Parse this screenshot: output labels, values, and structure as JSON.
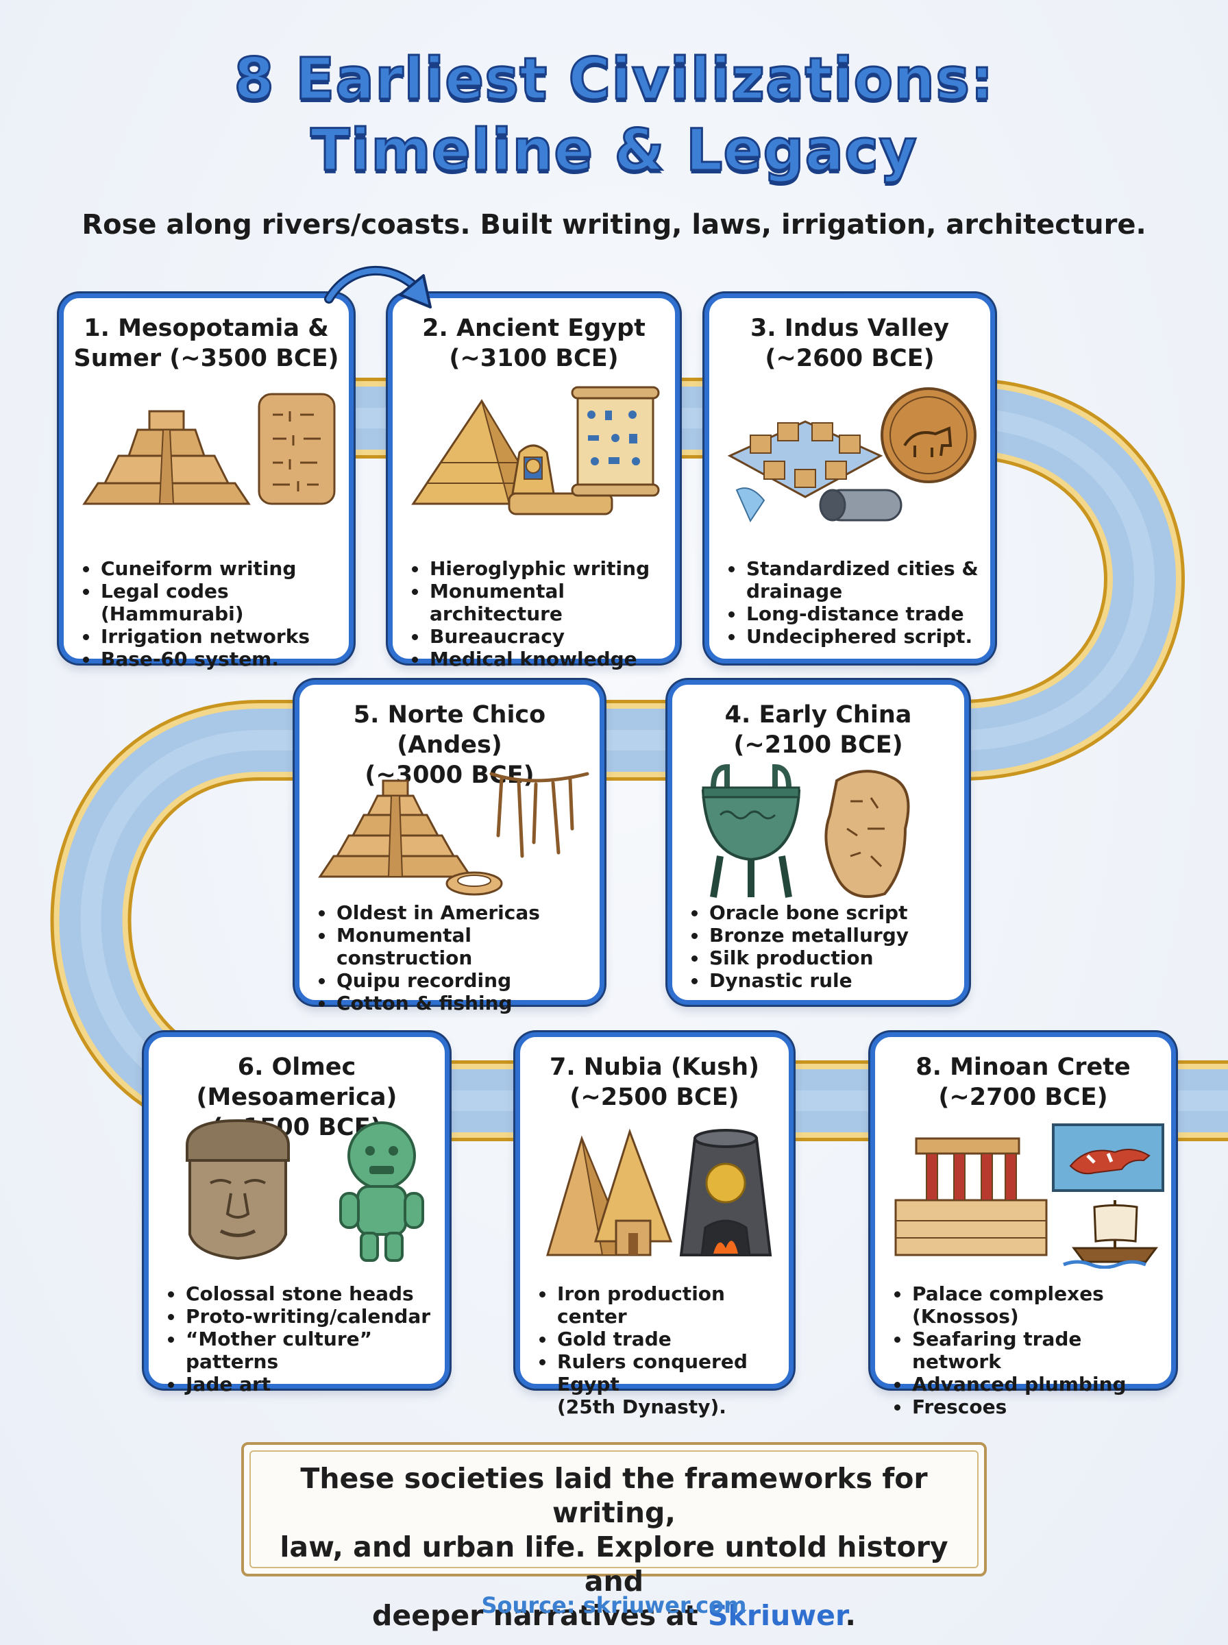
{
  "header": {
    "title_line1": "8 Earliest Civilizations:",
    "title_line2": "Timeline & Legacy",
    "subtitle": "Rose along rivers/coasts. Built writing, laws, irrigation, architecture."
  },
  "cards": [
    {
      "title1": "1. Mesopotamia &",
      "title2": "Sumer (~3500 BCE)",
      "bullets": [
        "Cuneiform writing",
        "Legal codes (Hammurabi)",
        "Irrigation networks",
        "Base-60 system."
      ]
    },
    {
      "title1": "2. Ancient Egypt",
      "title2": "(~3100 BCE)",
      "bullets": [
        "Hieroglyphic writing",
        "Monumental architecture",
        "Bureaucracy",
        "Medical knowledge"
      ]
    },
    {
      "title1": "3. Indus Valley",
      "title2": "(~2600 BCE)",
      "bullets": [
        "Standardized cities &",
        "drainage",
        "Long-distance trade",
        "Undeciphered script."
      ]
    },
    {
      "title1": "4. Early China",
      "title2": "(~2100 BCE)",
      "bullets": [
        "Oracle bone script",
        "Bronze metallurgy",
        "Silk production",
        "Dynastic rule"
      ]
    },
    {
      "title1": "5. Norte Chico (Andes)",
      "title2": "(~3000 BCE)",
      "bullets": [
        "Oldest in Americas",
        "Monumental construction",
        "Quipu recording",
        "Cotton & fishing"
      ]
    },
    {
      "title1": "6. Olmec (Mesoamerica)",
      "title2": "(~1500 BCE)",
      "bullets": [
        "Colossal stone heads",
        "Proto-writing/calendar",
        "“Mother culture” patterns",
        "Jade art"
      ]
    },
    {
      "title1": "7. Nubia (Kush)",
      "title2": "(~2500 BCE)",
      "bullets": [
        "Iron production center",
        "Gold trade",
        "Rulers conquered Egypt",
        "(25th Dynasty)."
      ]
    },
    {
      "title1": "8. Minoan Crete",
      "title2": "(~2700 BCE)",
      "bullets": [
        "Palace complexes (Knossos)",
        "Seafaring trade network",
        "Advanced plumbing",
        "Frescoes"
      ]
    }
  ],
  "footer": {
    "line1": "These societies laid the frameworks for writing,",
    "line2": "law, and urban life. Explore untold history and",
    "line3_before": "deeper narratives at ",
    "brand": "Skriuwer",
    "line3_after": "."
  },
  "source": "Source: skriuwer.com",
  "colors": {
    "accent_blue": "#2e6fcf",
    "road_blue": "#a9c7e6",
    "road_gold": "#d8ac4a",
    "footer_gold": "#b89455",
    "background": "#eef2f8"
  },
  "icons": [
    "ziggurat-icon",
    "cuneiform-tablet-icon",
    "pyramid-icon",
    "sphinx-icon",
    "papyrus-scroll-icon",
    "city-grid-icon",
    "seal-coin-icon",
    "drain-pipe-icon",
    "bronze-ding-icon",
    "oracle-bone-icon",
    "step-pyramid-icon",
    "quipu-icon",
    "olmec-head-icon",
    "jade-figure-icon",
    "nubian-pyramids-icon",
    "iron-furnace-icon",
    "palace-icon",
    "bull-fresco-icon",
    "ship-icon",
    "curved-arrow-icon"
  ]
}
